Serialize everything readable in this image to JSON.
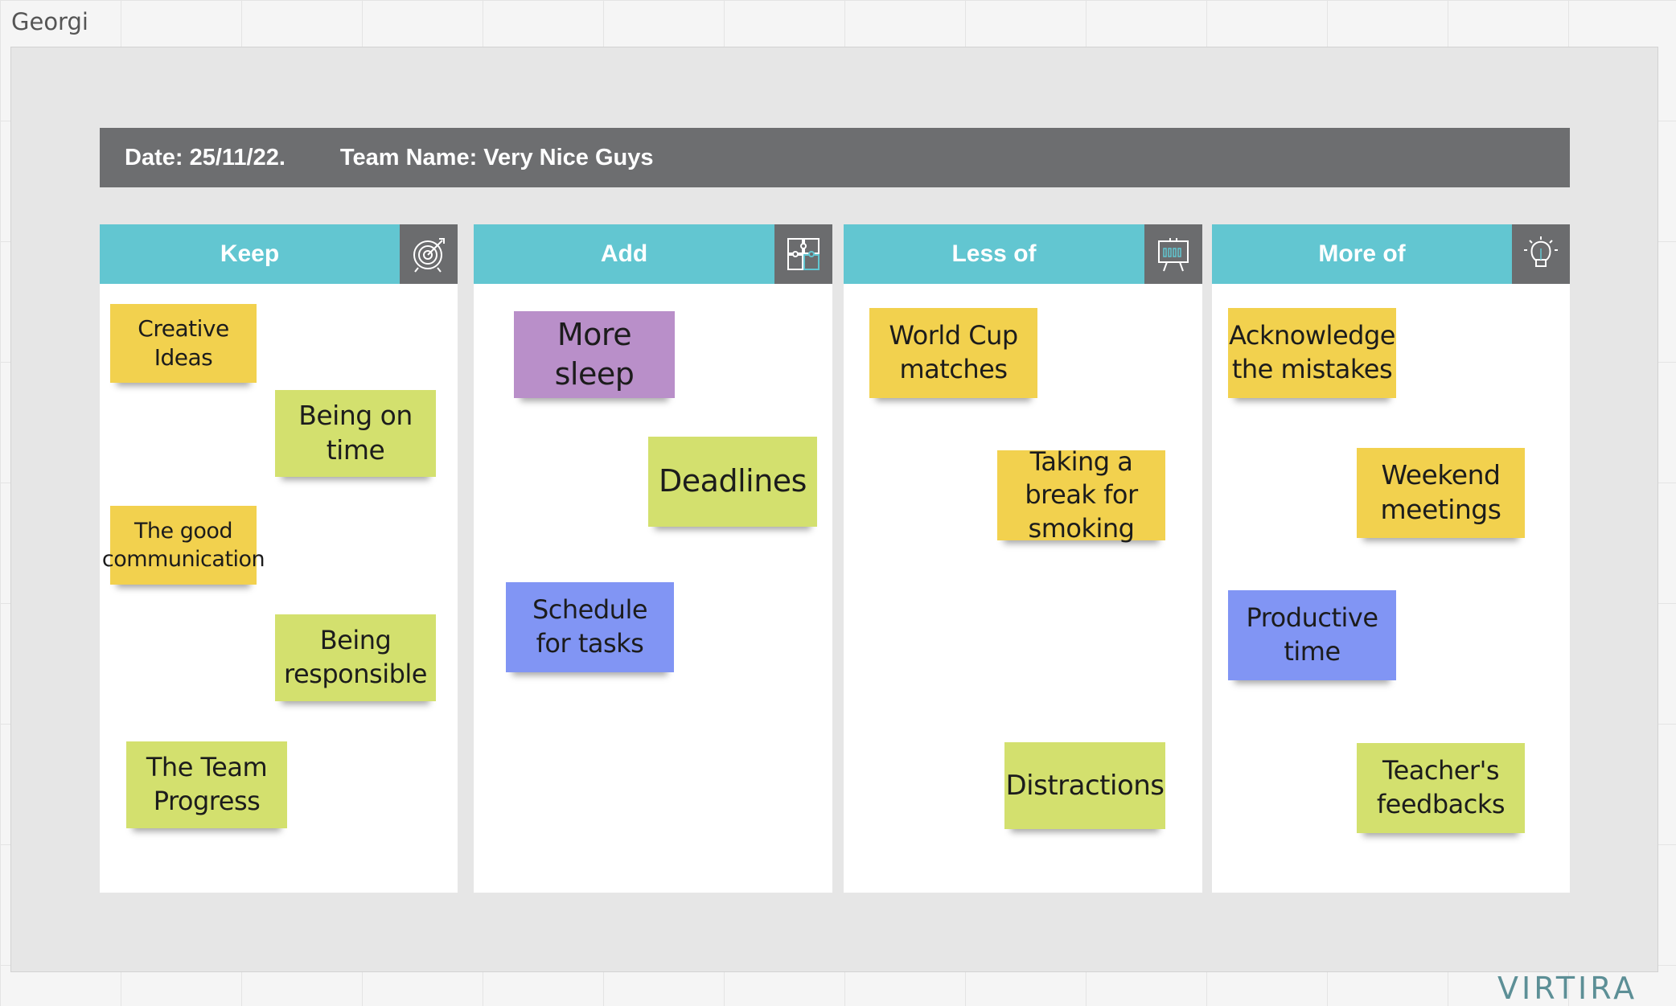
{
  "user": {
    "name": "Georgi"
  },
  "header": {
    "date": "Date: 25/11/22.",
    "team": "Team Name: Very Nice Guys"
  },
  "columns": [
    {
      "title": "Keep",
      "icon": "target-icon",
      "notes": [
        {
          "text": "Creative Ideas",
          "color": "yellow"
        },
        {
          "text": "Being on time",
          "color": "green"
        },
        {
          "text": "The good communication",
          "color": "yellow"
        },
        {
          "text": "Being responsible",
          "color": "green"
        },
        {
          "text": "The Team Progress",
          "color": "green"
        }
      ]
    },
    {
      "title": "Add",
      "icon": "puzzle-icon",
      "notes": [
        {
          "text": "More sleep",
          "color": "purple"
        },
        {
          "text": "Deadlines",
          "color": "green"
        },
        {
          "text": "Schedule for tasks",
          "color": "blue"
        }
      ]
    },
    {
      "title": "Less of",
      "icon": "presentation-board-icon",
      "notes": [
        {
          "text": "World Cup matches",
          "color": "yellow"
        },
        {
          "text": "Taking a break for smoking",
          "color": "yellow"
        },
        {
          "text": "Distractions",
          "color": "green"
        }
      ]
    },
    {
      "title": "More of",
      "icon": "lightbulb-icon",
      "notes": [
        {
          "text": "Acknowledge the mistakes",
          "color": "yellow"
        },
        {
          "text": "Weekend meetings",
          "color": "yellow"
        },
        {
          "text": "Productive time",
          "color": "blue"
        },
        {
          "text": "Teacher's feedbacks",
          "color": "green"
        }
      ]
    }
  ],
  "colors": {
    "yellow": "#f2d14e",
    "green": "#d3e06e",
    "purple": "#b98fc9",
    "blue": "#8195f4",
    "column_header": "#62c6d1",
    "header_bar": "#6d6e70"
  },
  "logo": {
    "text": "VIRTIRA"
  }
}
